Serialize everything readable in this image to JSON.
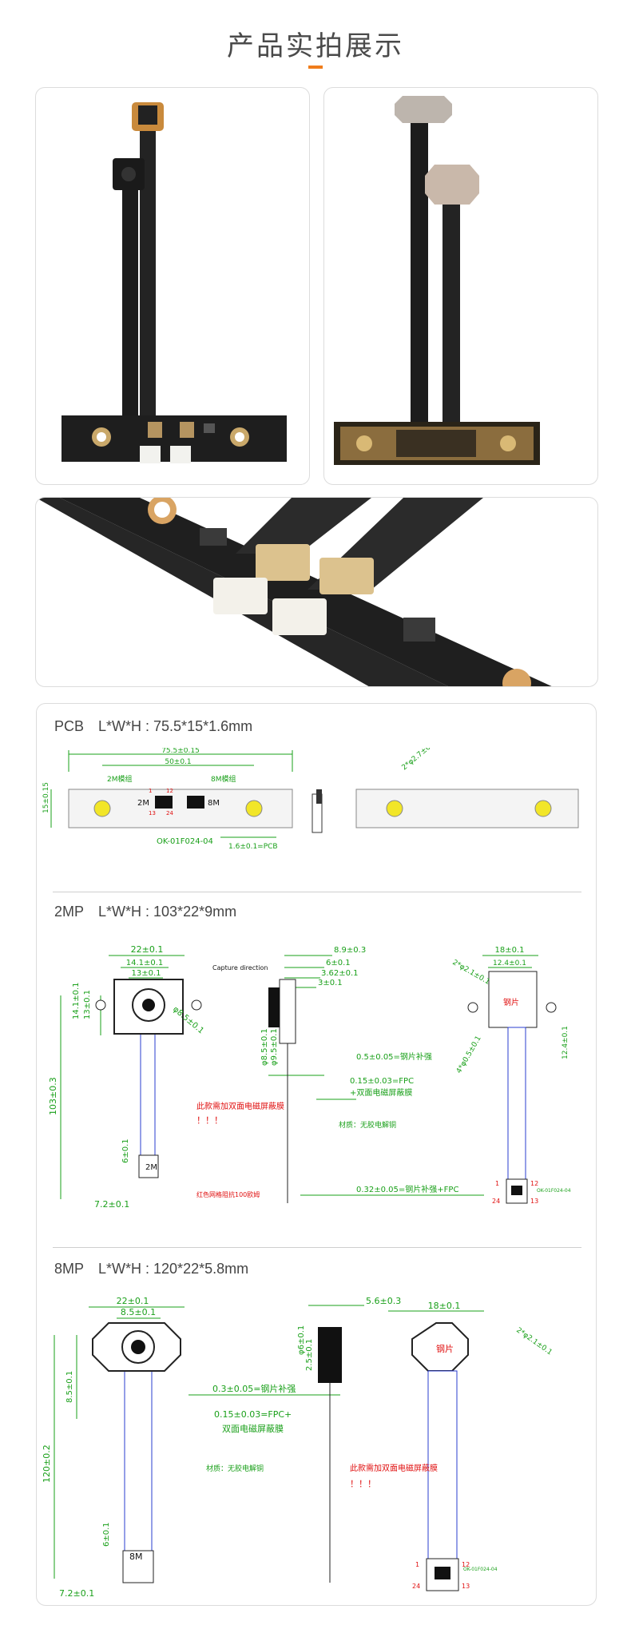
{
  "page": {
    "title": "产品实拍展示"
  },
  "photos": [
    {
      "kind": "dual camera module front"
    },
    {
      "kind": "dual camera module back"
    },
    {
      "kind": "pcb connector close-up"
    }
  ],
  "specs": {
    "pcb": {
      "name": "PCB",
      "dims": "L*W*H : 75.5*15*1.6mm",
      "labels": {
        "len": "75.5±0.15",
        "gap": "50±0.1",
        "w": "15±0.15",
        "cam2": "2M模组",
        "cam8": "8M模组",
        "m2": "2M",
        "m8": "8M",
        "connector": "OK-01F024-04",
        "thick": "1.6±0.1=PCB",
        "hole": "2*φ2.7±0.1",
        "p1": "1",
        "p12": "12",
        "p13": "13",
        "p24": "24"
      }
    },
    "mp2": {
      "name": "2MP",
      "dims": "L*W*H : 103*22*9mm",
      "labels": {
        "w22": "22±0.1",
        "w14": "14.1±0.1",
        "w13": "13±0.1",
        "h141": "14.1±0.1",
        "h13": "13±0.1",
        "d85": "φ8.5±0.1",
        "capture": "Capture direction",
        "len": "103±0.3",
        "h6": "6±0.1",
        "w72": "7.2±0.1",
        "t89": "8.9±0.3",
        "t61": "6±0.1",
        "t362": "3.62±0.1",
        "t31": "3±0.1",
        "v85": "φ8.5±0.1",
        "v95": "φ9.5±0.1",
        "stiff": "0.5±0.05=钢片补强",
        "fpc": "0.15±0.03=FPC",
        "shield": "+双面电磁屏蔽膜",
        "note_add": "此款需加双面电磁屏蔽膜",
        "bang": "！！！",
        "note_mat": "材质：无胶电解铜",
        "note_red": "红色网格阻抗100欧姆",
        "bottom": "0.32±0.05=钢片补强+FPC",
        "m2": "2M",
        "b18": "18±0.1",
        "b124": "12.4±0.1",
        "hole": "2*φ2.1±0.1",
        "h124": "12.4±0.1",
        "steel": "钢片",
        "hole2": "4*φ0.5±0.1",
        "conn": "OK-01F024-04",
        "p1": "1",
        "p12": "12",
        "p13": "13",
        "p24": "24"
      }
    },
    "mp8": {
      "name": "8MP",
      "dims": "L*W*H : 120*22*5.8mm",
      "labels": {
        "w22": "22±0.1",
        "w85": "8.5±0.1",
        "len": "120±0.2",
        "h85": "8.5±0.1",
        "h6": "6±0.1",
        "w72": "7.2±0.1",
        "m8": "8M",
        "d6": "φ6±0.1",
        "t56": "5.6±0.3",
        "t25": "2.5±0.1",
        "stiff": "0.3±0.05=钢片补强",
        "fpc": "0.15±0.03=FPC+",
        "shield": "双面电磁屏蔽膜",
        "note_mat": "材质：无胶电解铜",
        "note_add": "此款需加双面电磁屏蔽膜",
        "bang": "！！！",
        "b18": "18±0.1",
        "hole": "2*φ2.1±0.1",
        "steel": "钢片",
        "conn": "OK-01F024-04",
        "p1": "1",
        "p12": "12",
        "p13": "13",
        "p24": "24"
      }
    }
  },
  "colors": {
    "accent": "#f07d1c",
    "dim_green": "#1aa01a",
    "note_red": "#e01010",
    "fpc_blue": "#2a3ccf",
    "pcb_dark": "#1e1e1e"
  }
}
